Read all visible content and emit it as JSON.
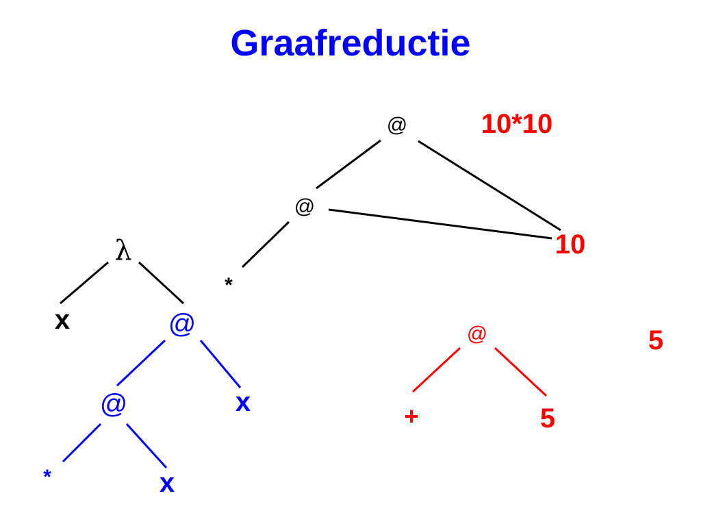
{
  "title": "Graafreductie",
  "colors": {
    "title": "#0000ff",
    "black": "#000000",
    "blue": "#0000ff",
    "red": "#ff0000"
  },
  "top_graph": {
    "root": "@",
    "inner_app": "@",
    "operator": "*",
    "argument": "10",
    "result_label": "10*10"
  },
  "lambda_tree": {
    "lambda": "λ",
    "param": "x",
    "body_app": "@",
    "inner_app": "@",
    "operator": "*",
    "arg_x_inner": "x",
    "arg_x_outer": "x"
  },
  "red_tree": {
    "app": "@",
    "operator": "+",
    "argument": "5",
    "side_value": "5"
  }
}
